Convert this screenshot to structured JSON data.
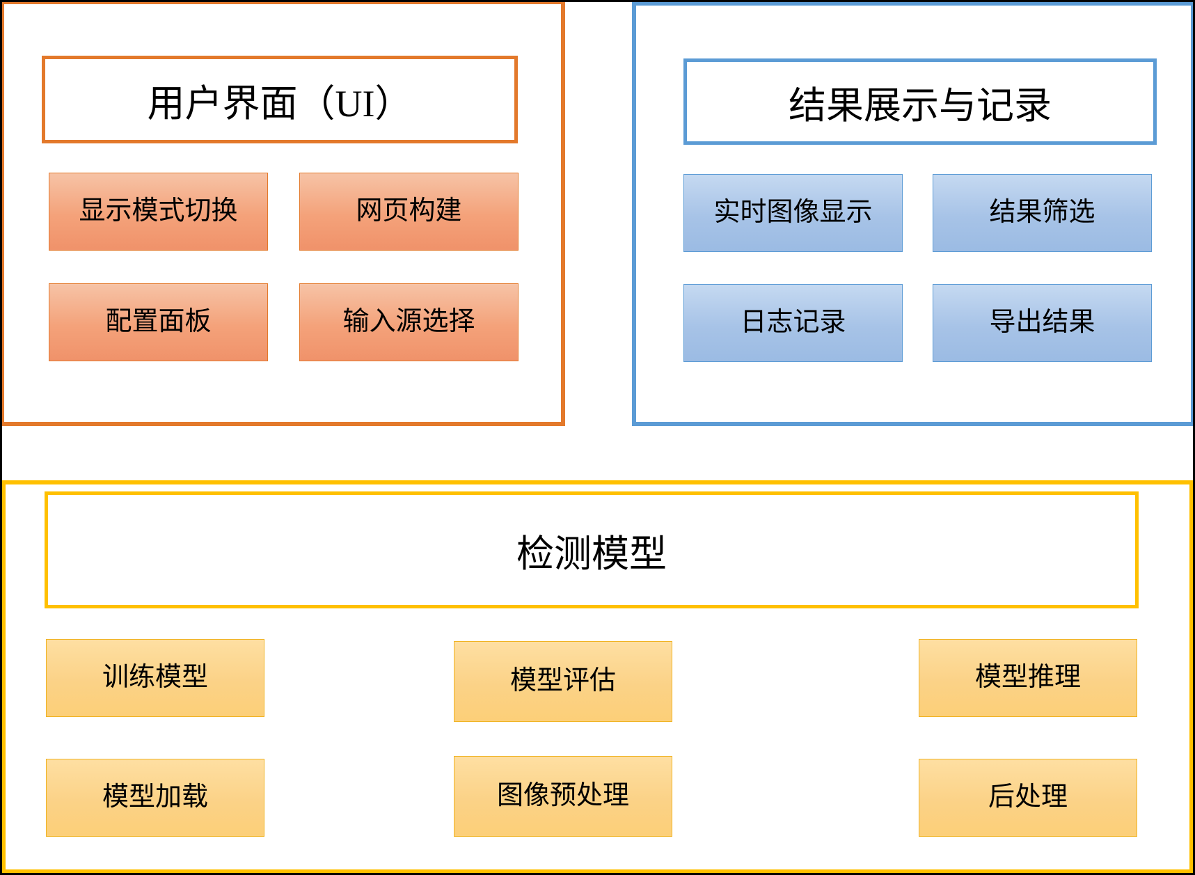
{
  "diagram": {
    "frame_color": "#000000",
    "groups": [
      {
        "id": "ui",
        "title": "用户界面（UI）",
        "accent": "#E3792B",
        "nodes": [
          {
            "label": "显示模式切换"
          },
          {
            "label": "网页构建"
          },
          {
            "label": "配置面板"
          },
          {
            "label": "输入源选择"
          }
        ]
      },
      {
        "id": "results",
        "title": "结果展示与记录",
        "accent": "#5B9BD5",
        "nodes": [
          {
            "label": "实时图像显示"
          },
          {
            "label": "结果筛选"
          },
          {
            "label": "日志记录"
          },
          {
            "label": "导出结果"
          }
        ]
      },
      {
        "id": "model",
        "title": "检测模型",
        "accent": "#FFC000",
        "nodes": [
          {
            "label": "训练模型"
          },
          {
            "label": "模型评估"
          },
          {
            "label": "模型推理"
          },
          {
            "label": "模型加载"
          },
          {
            "label": "图像预处理"
          },
          {
            "label": "后处理"
          }
        ]
      }
    ]
  }
}
